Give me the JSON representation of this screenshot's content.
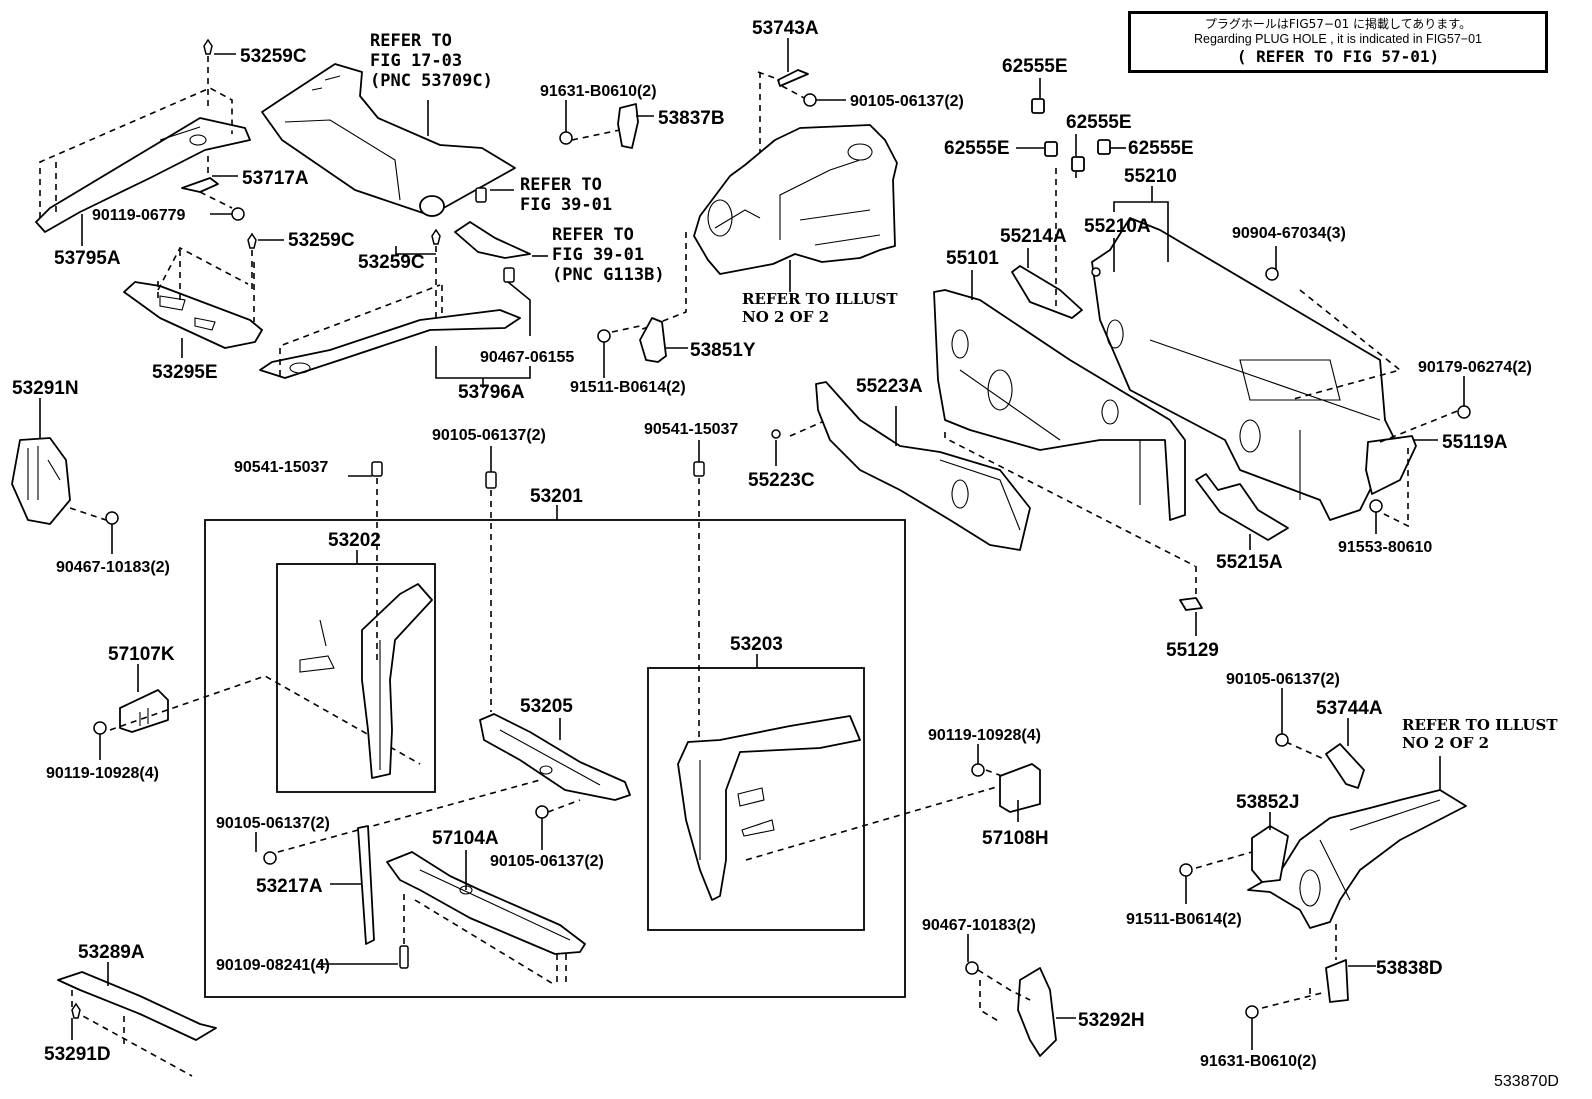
{
  "diagram": {
    "figure_id": "533870D",
    "note": {
      "japanese": "プラグホールはFIG57−01 に掲載してあります。",
      "english": "Regarding PLUG HOLE , it is indicated in FIG57−01",
      "refer": "( REFER TO FIG 57-01)"
    },
    "group_boxes": [
      {
        "id": "53201",
        "label": "53201"
      },
      {
        "id": "53202",
        "label": "53202"
      },
      {
        "id": "53203",
        "label": "53203"
      }
    ],
    "callouts": [
      {
        "id": "c01",
        "text": "53259C"
      },
      {
        "id": "c02",
        "text": "53717A"
      },
      {
        "id": "c03",
        "text": "90119-06779"
      },
      {
        "id": "c04",
        "text": "53795A"
      },
      {
        "id": "c05",
        "text": "53259C"
      },
      {
        "id": "c06",
        "text": "53295E"
      },
      {
        "id": "c07",
        "text": "53259C"
      },
      {
        "id": "c08",
        "text": "90467-06155"
      },
      {
        "id": "c09",
        "text": "53796A"
      },
      {
        "id": "c10",
        "text": "91631-B0610(2)"
      },
      {
        "id": "c11",
        "text": "53837B"
      },
      {
        "id": "c12",
        "text": "53743A"
      },
      {
        "id": "c13",
        "text": "90105-06137(2)"
      },
      {
        "id": "c14",
        "text": "53851Y"
      },
      {
        "id": "c15",
        "text": "91511-B0614(2)"
      },
      {
        "id": "c16",
        "text": "62555E"
      },
      {
        "id": "c17",
        "text": "62555E"
      },
      {
        "id": "c18",
        "text": "62555E"
      },
      {
        "id": "c19",
        "text": "62555E"
      },
      {
        "id": "c20",
        "text": "55210"
      },
      {
        "id": "c21",
        "text": "55210A"
      },
      {
        "id": "c22",
        "text": "55214A"
      },
      {
        "id": "c23",
        "text": "55101"
      },
      {
        "id": "c24",
        "text": "90904-67034(3)"
      },
      {
        "id": "c25",
        "text": "90179-06274(2)"
      },
      {
        "id": "c26",
        "text": "55119A"
      },
      {
        "id": "c27",
        "text": "91553-80610"
      },
      {
        "id": "c28",
        "text": "55215A"
      },
      {
        "id": "c29",
        "text": "55129"
      },
      {
        "id": "c30",
        "text": "55223A"
      },
      {
        "id": "c31",
        "text": "55223C"
      },
      {
        "id": "c32",
        "text": "53291N"
      },
      {
        "id": "c33",
        "text": "90467-10183(2)"
      },
      {
        "id": "c34",
        "text": "90541-15037"
      },
      {
        "id": "c35",
        "text": "90105-06137(2)"
      },
      {
        "id": "c36",
        "text": "90541-15037"
      },
      {
        "id": "c37",
        "text": "57107K"
      },
      {
        "id": "c38",
        "text": "90119-10928(4)"
      },
      {
        "id": "c39",
        "text": "53205"
      },
      {
        "id": "c40",
        "text": "90105-06137(2)"
      },
      {
        "id": "c41",
        "text": "90105-06137(2)"
      },
      {
        "id": "c42",
        "text": "53217A"
      },
      {
        "id": "c43",
        "text": "57104A"
      },
      {
        "id": "c44",
        "text": "90109-08241(4)"
      },
      {
        "id": "c45",
        "text": "53289A"
      },
      {
        "id": "c46",
        "text": "53291D"
      },
      {
        "id": "c47",
        "text": "90119-10928(4)"
      },
      {
        "id": "c48",
        "text": "57108H"
      },
      {
        "id": "c49",
        "text": "90467-10183(2)"
      },
      {
        "id": "c50",
        "text": "53292H"
      },
      {
        "id": "c51",
        "text": "90105-06137(2)"
      },
      {
        "id": "c52",
        "text": "53744A"
      },
      {
        "id": "c53",
        "text": "53852J"
      },
      {
        "id": "c54",
        "text": "91511-B0614(2)"
      },
      {
        "id": "c55",
        "text": "53838D"
      },
      {
        "id": "c56",
        "text": "91631-B0610(2)"
      }
    ],
    "references": [
      {
        "id": "r1",
        "lines": [
          "REFER TO",
          "FIG 17-03",
          "(PNC 53709C)"
        ]
      },
      {
        "id": "r2",
        "lines": [
          "REFER TO",
          "FIG 39-01"
        ]
      },
      {
        "id": "r3",
        "lines": [
          "REFER TO",
          "FIG 39-01",
          "(PNC G113B)"
        ]
      },
      {
        "id": "r4",
        "lines": [
          "REFER TO ILLUST",
          "NO 2 OF 2"
        ]
      },
      {
        "id": "r5",
        "lines": [
          "REFER TO ILLUST",
          "NO 2 OF 2"
        ]
      }
    ]
  }
}
